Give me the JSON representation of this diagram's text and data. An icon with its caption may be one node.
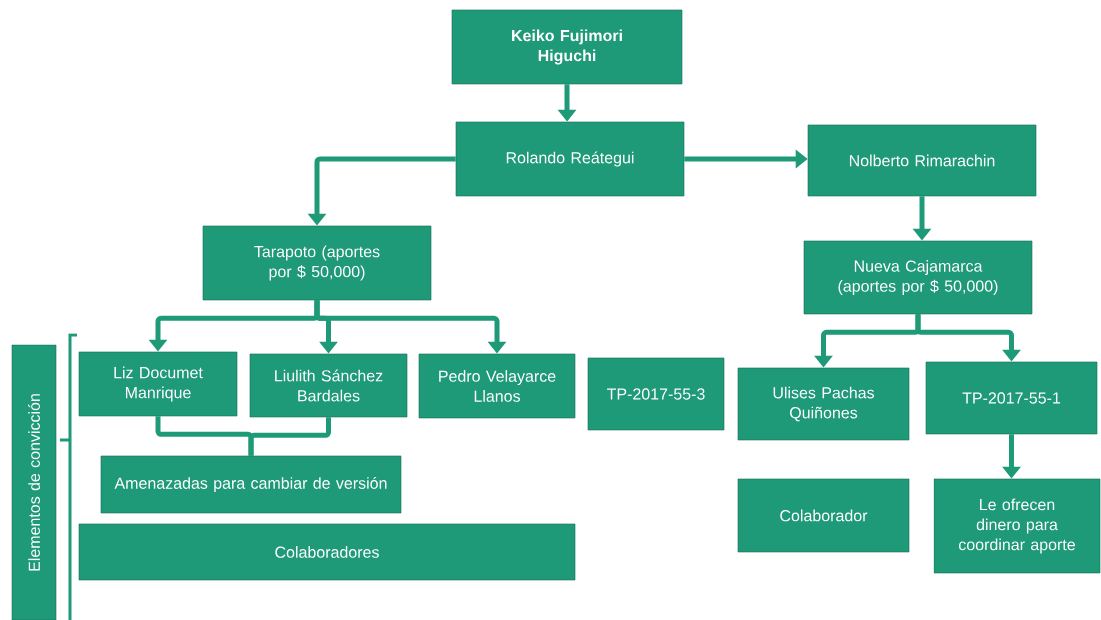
{
  "diagram": {
    "nodes": [
      {
        "text": [
          "Keiko Fujimori Higuchi"
        ]
      },
      {
        "text": [
          "Rolando Reátegui"
        ]
      },
      {
        "text": [
          "Nolberto Rimarachin"
        ]
      },
      {
        "text": [
          "Tarapoto (aportes por $ 50,000)"
        ]
      },
      {
        "text": [
          "Nueva Cajamarca (aportes por $ 50,000)"
        ]
      },
      {
        "text": [
          "Elementos de convicción"
        ]
      },
      {
        "text": [
          "Liz Documet Manrique"
        ]
      },
      {
        "text": [
          "Liulith Sánchez Bardales"
        ]
      },
      {
        "text": [
          "Pedro Velayarce Llanos"
        ]
      },
      {
        "text": [
          "Amenazadas para cambiar de versión"
        ]
      },
      {
        "text": [
          "Colaboradores"
        ]
      },
      {
        "text": [
          "TP-2017-55-3"
        ]
      },
      {
        "text": [
          "Ulises Pachas Quiñones"
        ]
      },
      {
        "text": [
          "TP-2017-55-1"
        ]
      },
      {
        "text": [
          "Colaborador"
        ]
      },
      {
        "text": [
          "Le ofrecen dinero para coordinar aporte"
        ]
      }
    ],
    "edges": [
      {
        "from": 0,
        "to": 1,
        "arrow": "to"
      },
      {
        "from": 1,
        "to": 2,
        "arrow": "to"
      },
      {
        "from": 1,
        "to": 3,
        "arrow": "to"
      },
      {
        "from": 2,
        "to": 4,
        "arrow": "to"
      },
      {
        "from": 3,
        "to": 6,
        "arrow": "to"
      },
      {
        "from": 3,
        "to": 7,
        "arrow": "to"
      },
      {
        "from": 3,
        "to": 8,
        "arrow": "to"
      },
      {
        "from": 4,
        "to": 12,
        "arrow": "to"
      },
      {
        "from": 4,
        "to": 13,
        "arrow": "to"
      },
      {
        "from": 13,
        "to": 15,
        "arrow": "to"
      },
      {
        "from": 6,
        "to": 9,
        "arrow": "none"
      },
      {
        "from": 7,
        "to": 9,
        "arrow": "none"
      }
    ]
  }
}
